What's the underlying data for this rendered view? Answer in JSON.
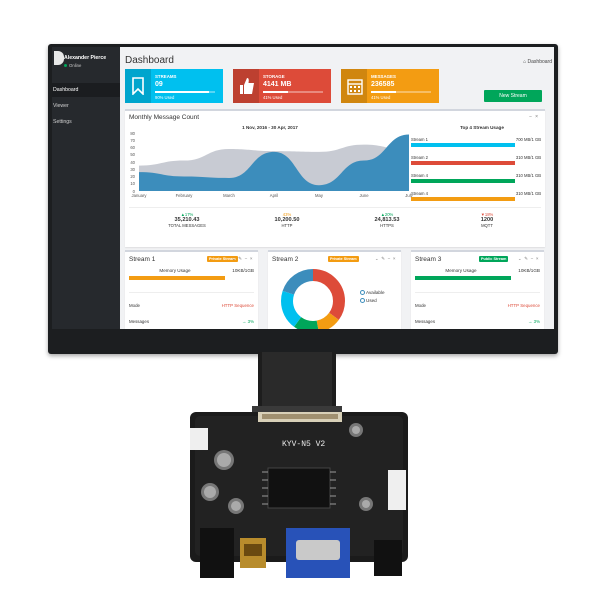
{
  "user": {
    "name": "Alexander Pierce",
    "status": "Online"
  },
  "sidebar": {
    "items": [
      {
        "label": "Dashboard",
        "active": true
      },
      {
        "label": "Viewer",
        "active": false
      },
      {
        "label": "Settings",
        "active": false
      }
    ]
  },
  "header": {
    "title": "Dashboard",
    "breadcrumb": "Dashboard",
    "breadcrumb_icon": "home-icon"
  },
  "stats": [
    {
      "label": "STREAMS",
      "value": "09",
      "sub": "90% Used",
      "percent": 90,
      "color": "#00c0ef",
      "icon": "bookmark-icon"
    },
    {
      "label": "STORAGE",
      "value": "4141 MB",
      "sub": "41% Used",
      "percent": 41,
      "color": "#dd4b39",
      "icon": "thumbs-up-icon"
    },
    {
      "label": "MESSAGES",
      "value": "236585",
      "sub": "41% Used",
      "percent": 41,
      "color": "#f39c12",
      "icon": "calendar-icon"
    }
  ],
  "new_stream_label": "New Stream",
  "monthly": {
    "title": "Monthly Message Count",
    "tools": "−  ×"
  },
  "chart_data": {
    "type": "area",
    "title": "1 Nov, 2016 - 30 Apr, 2017",
    "categories": [
      "January",
      "February",
      "March",
      "April",
      "May",
      "June",
      "July"
    ],
    "ylim": [
      0,
      80
    ],
    "yticks": [
      0,
      10,
      20,
      30,
      40,
      50,
      60,
      70,
      80
    ],
    "grid": false,
    "series": [
      {
        "color": "#c8cbd3",
        "values": [
          35,
          42,
          58,
          55,
          54,
          64,
          56
        ]
      },
      {
        "color": "#3c8dbc",
        "values": [
          26,
          20,
          18,
          54,
          8,
          42,
          78
        ]
      }
    ]
  },
  "usage": {
    "title": "Top 4 Stream Usage",
    "rows": [
      {
        "name": "Stream 1",
        "value": "700 MB/1 GB",
        "percent": 100,
        "color": "#00c0ef"
      },
      {
        "name": "Stream 2",
        "value": "310 MB/1 GB",
        "percent": 100,
        "color": "#dd4b39"
      },
      {
        "name": "Stream 4",
        "value": "310 MB/1 GB",
        "percent": 100,
        "color": "#00a65a"
      },
      {
        "name": "Stream 4",
        "value": "310 MB/1 GB",
        "percent": 100,
        "color": "#f39c12"
      }
    ]
  },
  "footer_stats": [
    {
      "pct": "▲17%",
      "num": "35,210.43",
      "cap": "TOTAL MESSAGES",
      "color": "#00a65a"
    },
    {
      "pct": "43%",
      "num": "10,200.50",
      "cap": "HTTP",
      "color": "#f39c12"
    },
    {
      "pct": "▲20%",
      "num": "24,813.53",
      "cap": "HTTPS",
      "color": "#00a65a"
    },
    {
      "pct": "▼18%",
      "num": "1200",
      "cap": "MQTT",
      "color": "#dd4b39"
    }
  ],
  "streams": [
    {
      "title": "Stream 1",
      "badge": "Private Stream",
      "badge_color": "#f39c12",
      "mem_label": "Memory Usage",
      "mem_value": "10KB/1GB",
      "mem_percent": 100,
      "mem_color": "#f39c12",
      "rows": [
        {
          "key": "Mode",
          "value": "HTTP Sequence",
          "color": "#dd4b39"
        },
        {
          "key": "Messages",
          "value": "→ 3%",
          "color": "#00a65a"
        }
      ]
    },
    {
      "title": "Stream 2",
      "badge": "Private Stream",
      "badge_color": "#f39c12",
      "legend": [
        "Available",
        "Used"
      ],
      "donut": [
        {
          "value": 35,
          "color": "#dd4b39"
        },
        {
          "value": 12,
          "color": "#f39c12"
        },
        {
          "value": 13,
          "color": "#00a65a"
        },
        {
          "value": 20,
          "color": "#00c0ef"
        },
        {
          "value": 20,
          "color": "#3c8dbc"
        }
      ]
    },
    {
      "title": "Stream 3",
      "badge": "Public Stream",
      "badge_color": "#00a65a",
      "mem_label": "Memory Usage",
      "mem_value": "10KB/1GB",
      "mem_percent": 100,
      "mem_color": "#00a65a",
      "rows": [
        {
          "key": "Mode",
          "value": "HTTP Sequence",
          "color": "#dd4b39"
        },
        {
          "key": "Messages",
          "value": "→ 3%",
          "color": "#00a65a"
        }
      ]
    }
  ],
  "board": {
    "model": "KYV-N5 V2"
  }
}
